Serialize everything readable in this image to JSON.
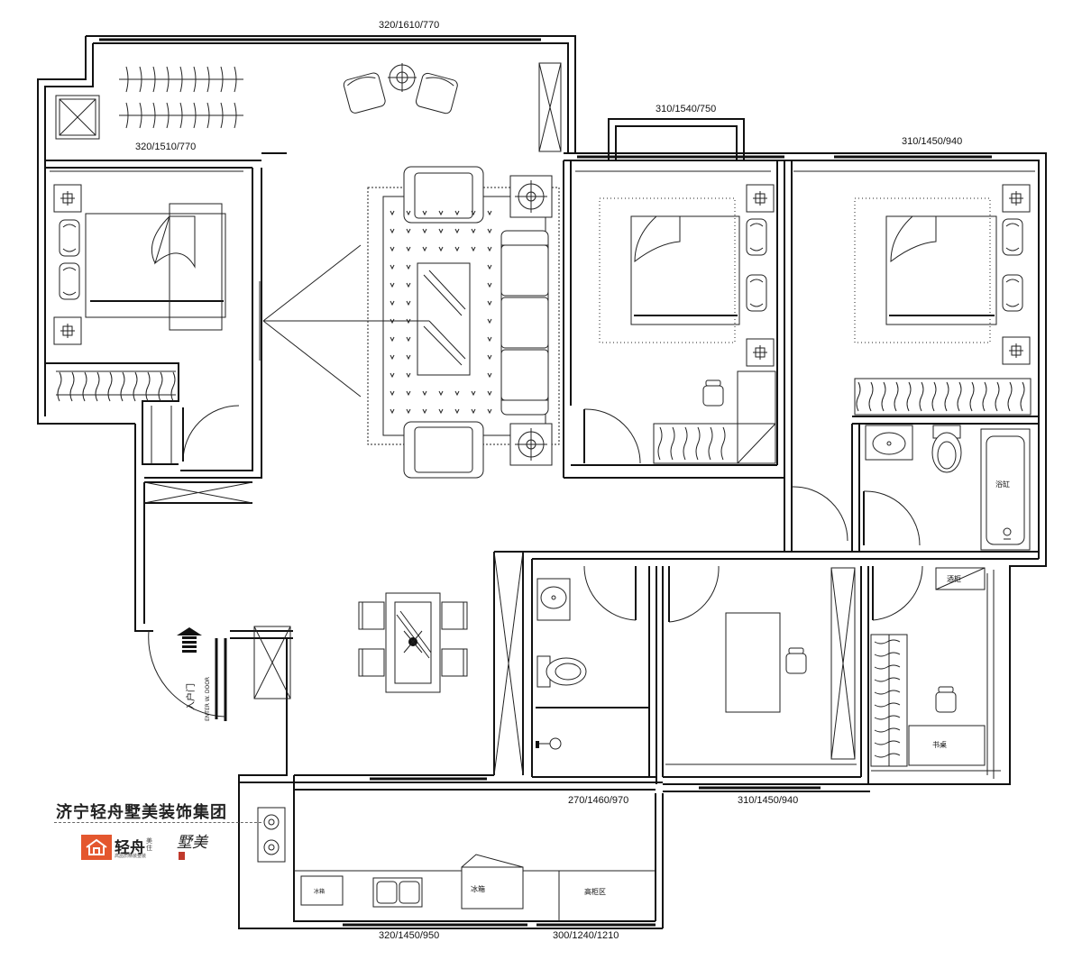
{
  "dimensions": {
    "top_balcony": "320/1610/770",
    "balcony_inner": "320/1510/770",
    "bedroom2_window": "310/1540/750",
    "bedroom3_window": "310/1450/940",
    "bath_window": "270/1460/970",
    "study_window": "310/1450/940",
    "kitchen_window_left": "320/1450/950",
    "kitchen_window_right": "300/1240/1210"
  },
  "labels": {
    "entrance": "入户门",
    "bathtub": "浴缸",
    "fridge": "冰箱",
    "fridge_small": "冰箱",
    "cabinet": "酒柜",
    "tall_cabinet": "高柜区",
    "desk": "书桌",
    "entry_note": "ENTER W. DOOR"
  },
  "brand": {
    "title": "济宁轻舟墅美装饰集团",
    "logo_name": "轻舟",
    "logo_tag": "美住",
    "logo_sub": "高品质精装整装",
    "logo2": "墅美"
  }
}
